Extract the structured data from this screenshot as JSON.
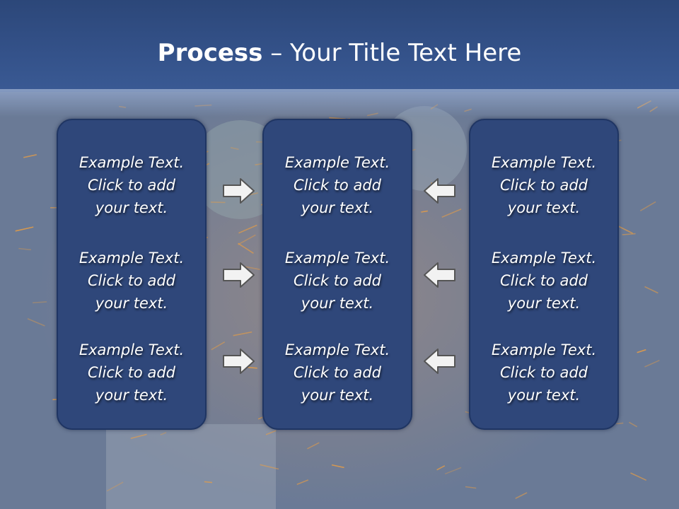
{
  "title": {
    "bold": "Process",
    "dash": " – ",
    "rest": "Your Title Text Here"
  },
  "columns": [
    {
      "blocks": [
        {
          "line1": "Example Text.",
          "line2": "Click  to add",
          "line3": "your text."
        },
        {
          "line1": "Example Text.",
          "line2": "Click  to add",
          "line3": "your text."
        },
        {
          "line1": "Example Text.",
          "line2": "Click  to add",
          "line3": "your text."
        }
      ]
    },
    {
      "blocks": [
        {
          "line1": "Example Text.",
          "line2": "Click  to add",
          "line3": "your text."
        },
        {
          "line1": "Example Text.",
          "line2": "Click  to add",
          "line3": "your text."
        },
        {
          "line1": "Example Text.",
          "line2": "Click  to add",
          "line3": "your text."
        }
      ]
    },
    {
      "blocks": [
        {
          "line1": "Example Text.",
          "line2": "Click  to add",
          "line3": "your text."
        },
        {
          "line1": "Example Text.",
          "line2": "Click  to add",
          "line3": "your text."
        },
        {
          "line1": "Example Text.",
          "line2": "Click  to add",
          "line3": "your text."
        }
      ]
    }
  ],
  "arrows": {
    "left_group": [
      "right-arrow-icon",
      "right-arrow-icon",
      "right-arrow-icon"
    ],
    "right_group": [
      "left-arrow-icon",
      "left-arrow-icon",
      "left-arrow-icon"
    ]
  },
  "colors": {
    "title_bar": "#34528a",
    "panel_fill": "#2f477a",
    "panel_border": "#1f3563",
    "text": "#ffffff",
    "arrow_fill": "#f2f2f2",
    "arrow_stroke": "#555555",
    "spark": "#f0a040"
  }
}
